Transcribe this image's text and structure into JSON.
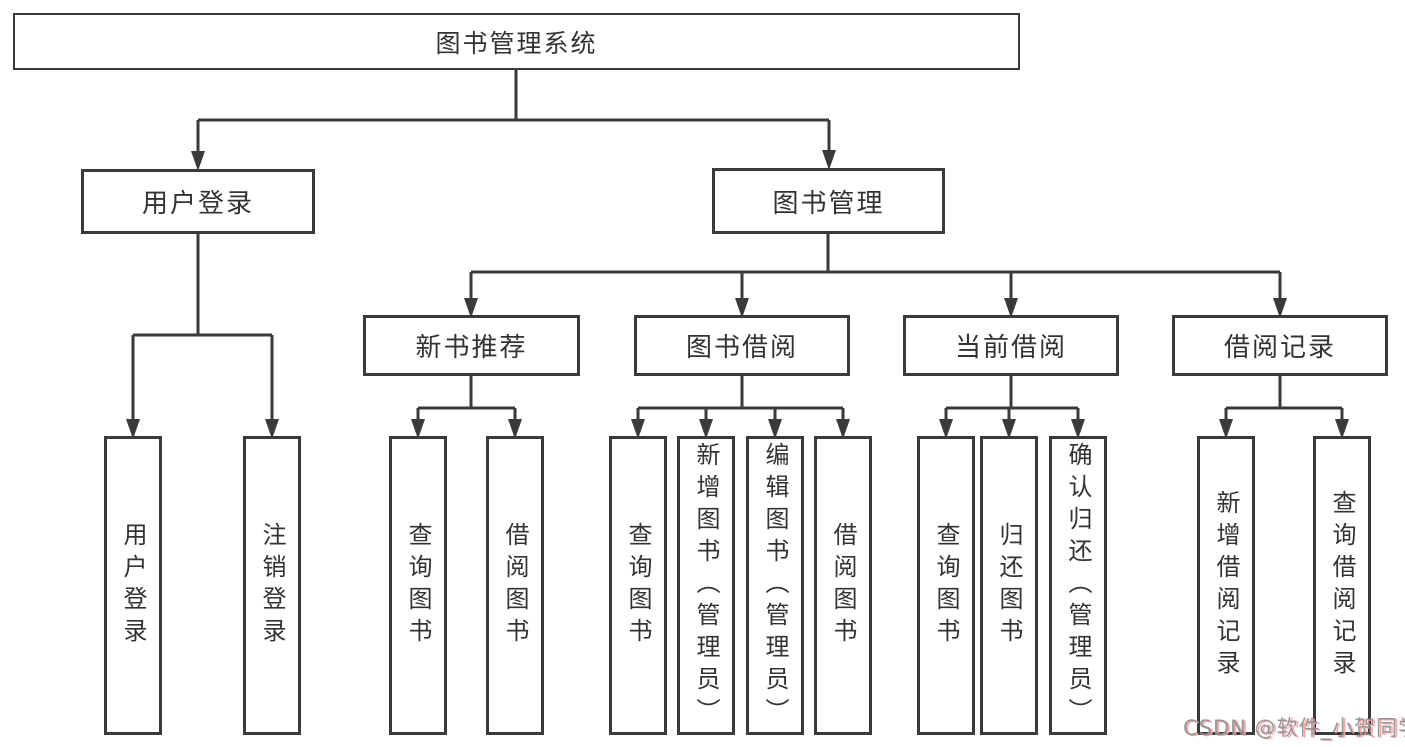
{
  "diagram": {
    "root": {
      "label": "图书管理系统"
    },
    "branches": [
      {
        "label": "用户登录",
        "leaves": [
          {
            "label": "用户登录"
          },
          {
            "label": "注销登录"
          }
        ]
      },
      {
        "label": "图书管理",
        "groups": [
          {
            "label": "新书推荐",
            "leaves": [
              {
                "label": "查询图书"
              },
              {
                "label": "借阅图书"
              }
            ]
          },
          {
            "label": "图书借阅",
            "leaves": [
              {
                "label": "查询图书"
              },
              {
                "label": "新增图书（管理员）"
              },
              {
                "label": "编辑图书（管理员）"
              },
              {
                "label": "借阅图书"
              }
            ]
          },
          {
            "label": "当前借阅",
            "leaves": [
              {
                "label": "查询图书"
              },
              {
                "label": "归还图书"
              },
              {
                "label": "确认归还（管理员）"
              }
            ]
          },
          {
            "label": "借阅记录",
            "leaves": [
              {
                "label": "新增借阅记录"
              },
              {
                "label": "查询借阅记录"
              }
            ]
          }
        ]
      }
    ]
  },
  "watermark": {
    "text": "CSDN @软件_小贺同学"
  },
  "colors": {
    "line": "#3a3a3a",
    "text": "#333333",
    "background": "#ffffff",
    "watermark": "#8f8f8f",
    "watermark_shadow": "#efa6a6"
  }
}
